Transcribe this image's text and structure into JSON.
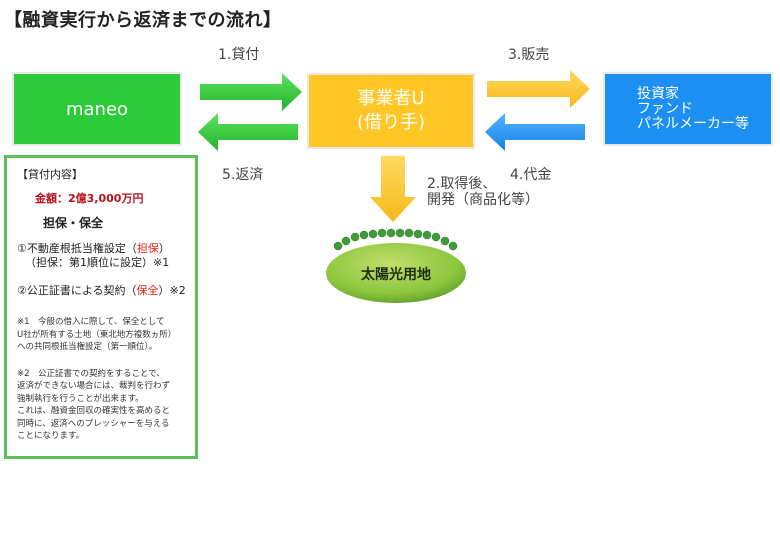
{
  "title": "【融資実行から返済までの流れ】",
  "nodes": {
    "maneo": "maneo",
    "borrower_line1": "事業者U",
    "borrower_line2": "(借り手)",
    "investor_line1": "投資家",
    "investor_line2": "ファンド",
    "investor_line3": "パネルメーカー等",
    "solar": "太陽光用地"
  },
  "arrows": {
    "lend": "1.貸付",
    "repay": "5.返済",
    "sale": "3.販売",
    "payment": "4.代金",
    "develop_line1": "2.取得後、",
    "develop_line2": "開発（商品化等）"
  },
  "colors": {
    "green": "#2dcb3a",
    "yellow": "#ffc626",
    "blue": "#1b8ff2",
    "panel_border": "#5dc05d",
    "highlight_red": "#e0201a"
  },
  "panel": {
    "heading": "【貸付内容】",
    "amount": "金額：2億3,000万円",
    "subheading": "担保・保全",
    "item1_pre": "①不動産根抵当権設定（",
    "item1_hl": "担保",
    "item1_post": "）",
    "item1_detail": "（担保：第1順位に設定）※1",
    "item2_pre": "②公正証書による契約（",
    "item2_hl": "保全",
    "item2_post": "）※2",
    "note1_line1": "※1　今般の借入に際して、保全として",
    "note1_line2": "U社が所有する土地（東北地方複数ヵ所）",
    "note1_line3": "への共同根抵当権設定（第一順位）。",
    "note2_line1": "※2　公正証書での契約をすることで、",
    "note2_line2": "返済ができない場合には、裁判を行わず",
    "note2_line3": "強制執行を行うことが出来ます。",
    "note2_line4": "これは、融資金回収の確実性を高めると",
    "note2_line5": "同時に、返済へのプレッシャーを与える",
    "note2_line6": "ことになります。"
  }
}
